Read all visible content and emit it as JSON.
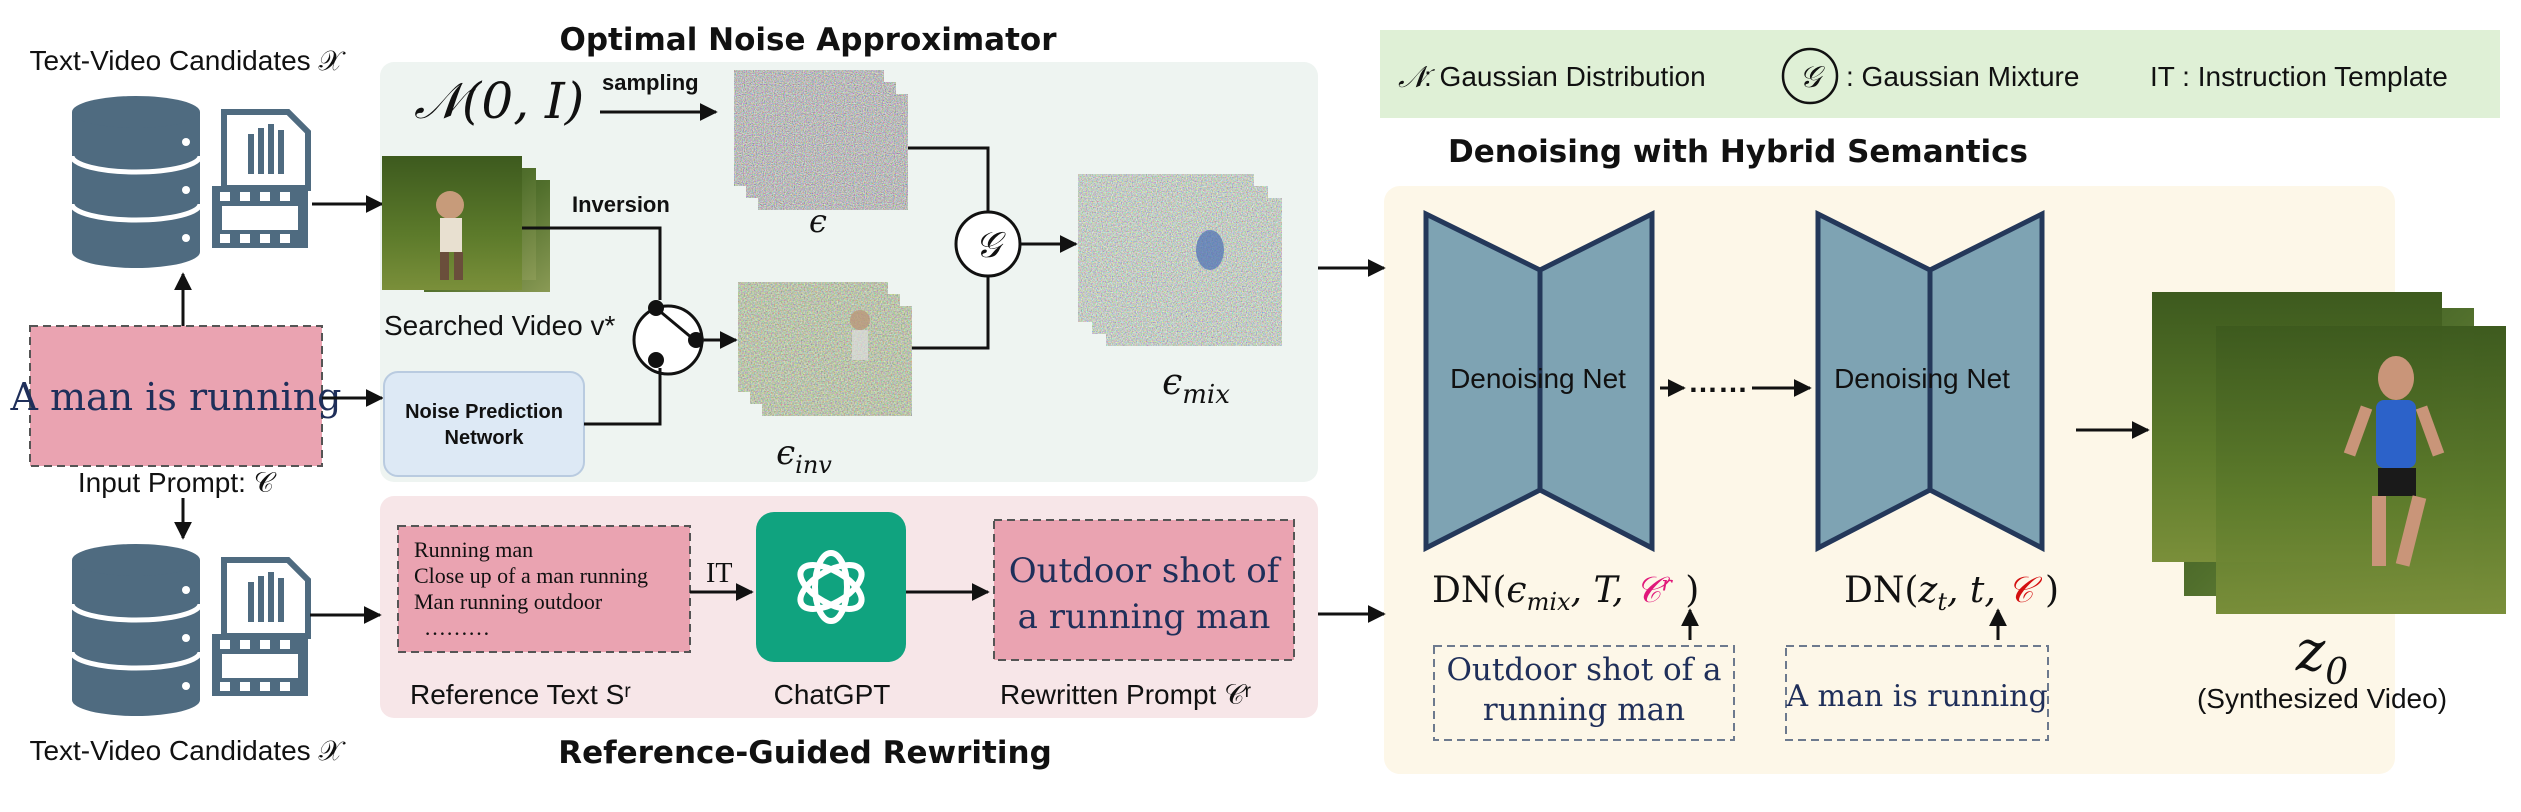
{
  "header": {
    "optimal_noise_title": "Optimal Noise Approximator",
    "denoising_title": "Denoising with Hybrid Semantics",
    "rewriting_title": "Reference-Guided Rewriting"
  },
  "legend": {
    "gaussian_symbol": "𝒩",
    "gaussian_text": ": Gaussian Distribution",
    "mixture_symbol": "𝒢",
    "mixture_text": ": Gaussian Mixture",
    "it_text": "IT : Instruction Template"
  },
  "left": {
    "candidates_top": "Text-Video Candidates 𝒳",
    "candidates_bottom": "Text-Video Candidates 𝒳",
    "input_prompt_text": "A man is running",
    "input_prompt_label": "Input Prompt: 𝒞"
  },
  "noise": {
    "normal": "𝒩(0, I)",
    "sampling": "sampling",
    "inversion": "Inversion",
    "searched_video": "Searched Video v*",
    "noise_prediction": "Noise Prediction",
    "noise_network": "Network",
    "epsilon": "ϵ",
    "epsilon_inv": "ϵinv",
    "epsilon_mix": "ϵmix",
    "mixture_glyph": "𝒢"
  },
  "rewriting": {
    "reference_lines": [
      "Running man",
      "Close up of a man running",
      "Man running outdoor",
      "………"
    ],
    "reference_label": "Reference Text Sʳ",
    "it_label": "IT",
    "chatgpt_label": "ChatGPT",
    "rewritten_line1": "Outdoor shot of",
    "rewritten_line2": "a running man",
    "rewritten_label": "Rewritten Prompt 𝒞ʳ"
  },
  "denoising": {
    "net1": "Denoising Net",
    "net2": "Denoising Net",
    "dots": "……",
    "dn1_prefix": "DN(",
    "dn1_args": "ϵmix, T, ",
    "dn1_cond": "𝒞ʳ",
    "dn1_suffix": ")",
    "dn2_prefix": "DN(",
    "dn2_args": "zt, t, ",
    "dn2_cond": "𝒞",
    "dn2_suffix": ")",
    "cond1_line1": "Outdoor shot of a",
    "cond1_line2": "running man",
    "cond2_text": "A man is running"
  },
  "output": {
    "z0": "z0",
    "label": "(Synthesized Video)"
  },
  "colors": {
    "noise_panel": "#eef4f1",
    "rewrite_panel": "#f7e6e8",
    "denoise_panel": "#fdf7e8",
    "legend_panel": "#dff0d6",
    "prompt_box": "#eaa3b1",
    "net_fill": "#7ea3b3",
    "net_stroke": "#24385a",
    "db_color": "#4f6b80",
    "chatgpt": "#10a37f",
    "accent_red": "#e0187a"
  }
}
